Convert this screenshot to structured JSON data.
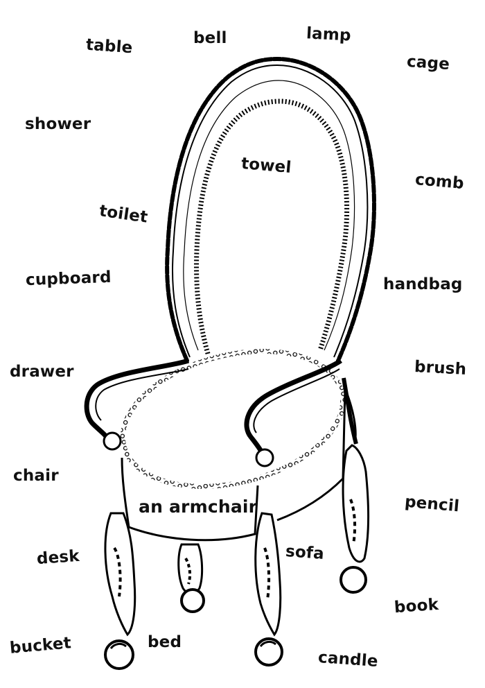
{
  "theme": {
    "ink": "#000000",
    "paper": "#ffffff"
  },
  "illustration": {
    "subject": "armchair-drawing"
  },
  "words": [
    "table",
    "bell",
    "lamp",
    "cage",
    "shower",
    "towel",
    "comb",
    "toilet",
    "cupboard",
    "handbag",
    "drawer",
    "brush",
    "chair",
    "an armchair",
    "pencil",
    "desk",
    "sofa",
    "book",
    "bucket",
    "bed",
    "candle"
  ]
}
